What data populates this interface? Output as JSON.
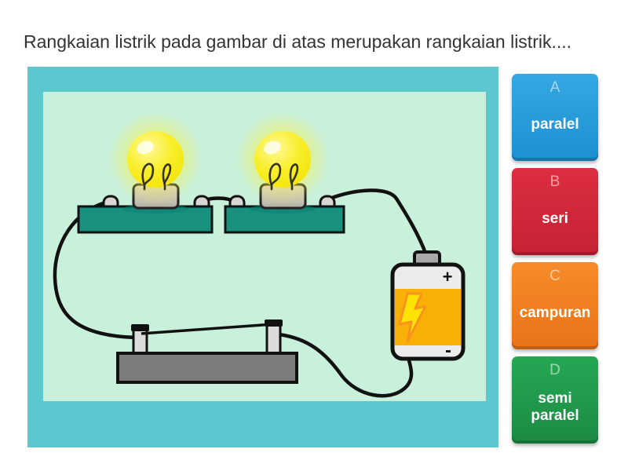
{
  "question": {
    "text": "Rangkaian listrik pada gambar di atas merupakan rangkaian listrik...."
  },
  "answers": [
    {
      "letter": "A",
      "label": "paralel",
      "color": "#2d9fe0"
    },
    {
      "letter": "B",
      "label": "seri",
      "color": "#d9293c"
    },
    {
      "letter": "C",
      "label": "campuran",
      "color": "#f6821f"
    },
    {
      "letter": "D",
      "label": "semi paralel",
      "color": "#23a351"
    }
  ],
  "circuit_image": {
    "description": "Series electric circuit: two lit light bulbs on teal holders, a battery with lightning bolt, and a knife switch connected by black wires",
    "battery": {
      "plus_label": "+",
      "minus_label": "-"
    },
    "colors": {
      "frame": "#5cc8cf",
      "background": "#c9f0db",
      "bulb": "#f7ec13",
      "holder": "#18917f",
      "battery_body": "#f9b006",
      "bolt": "#ffe206",
      "switch": "#7b7b7b",
      "wire": "#111111"
    }
  }
}
